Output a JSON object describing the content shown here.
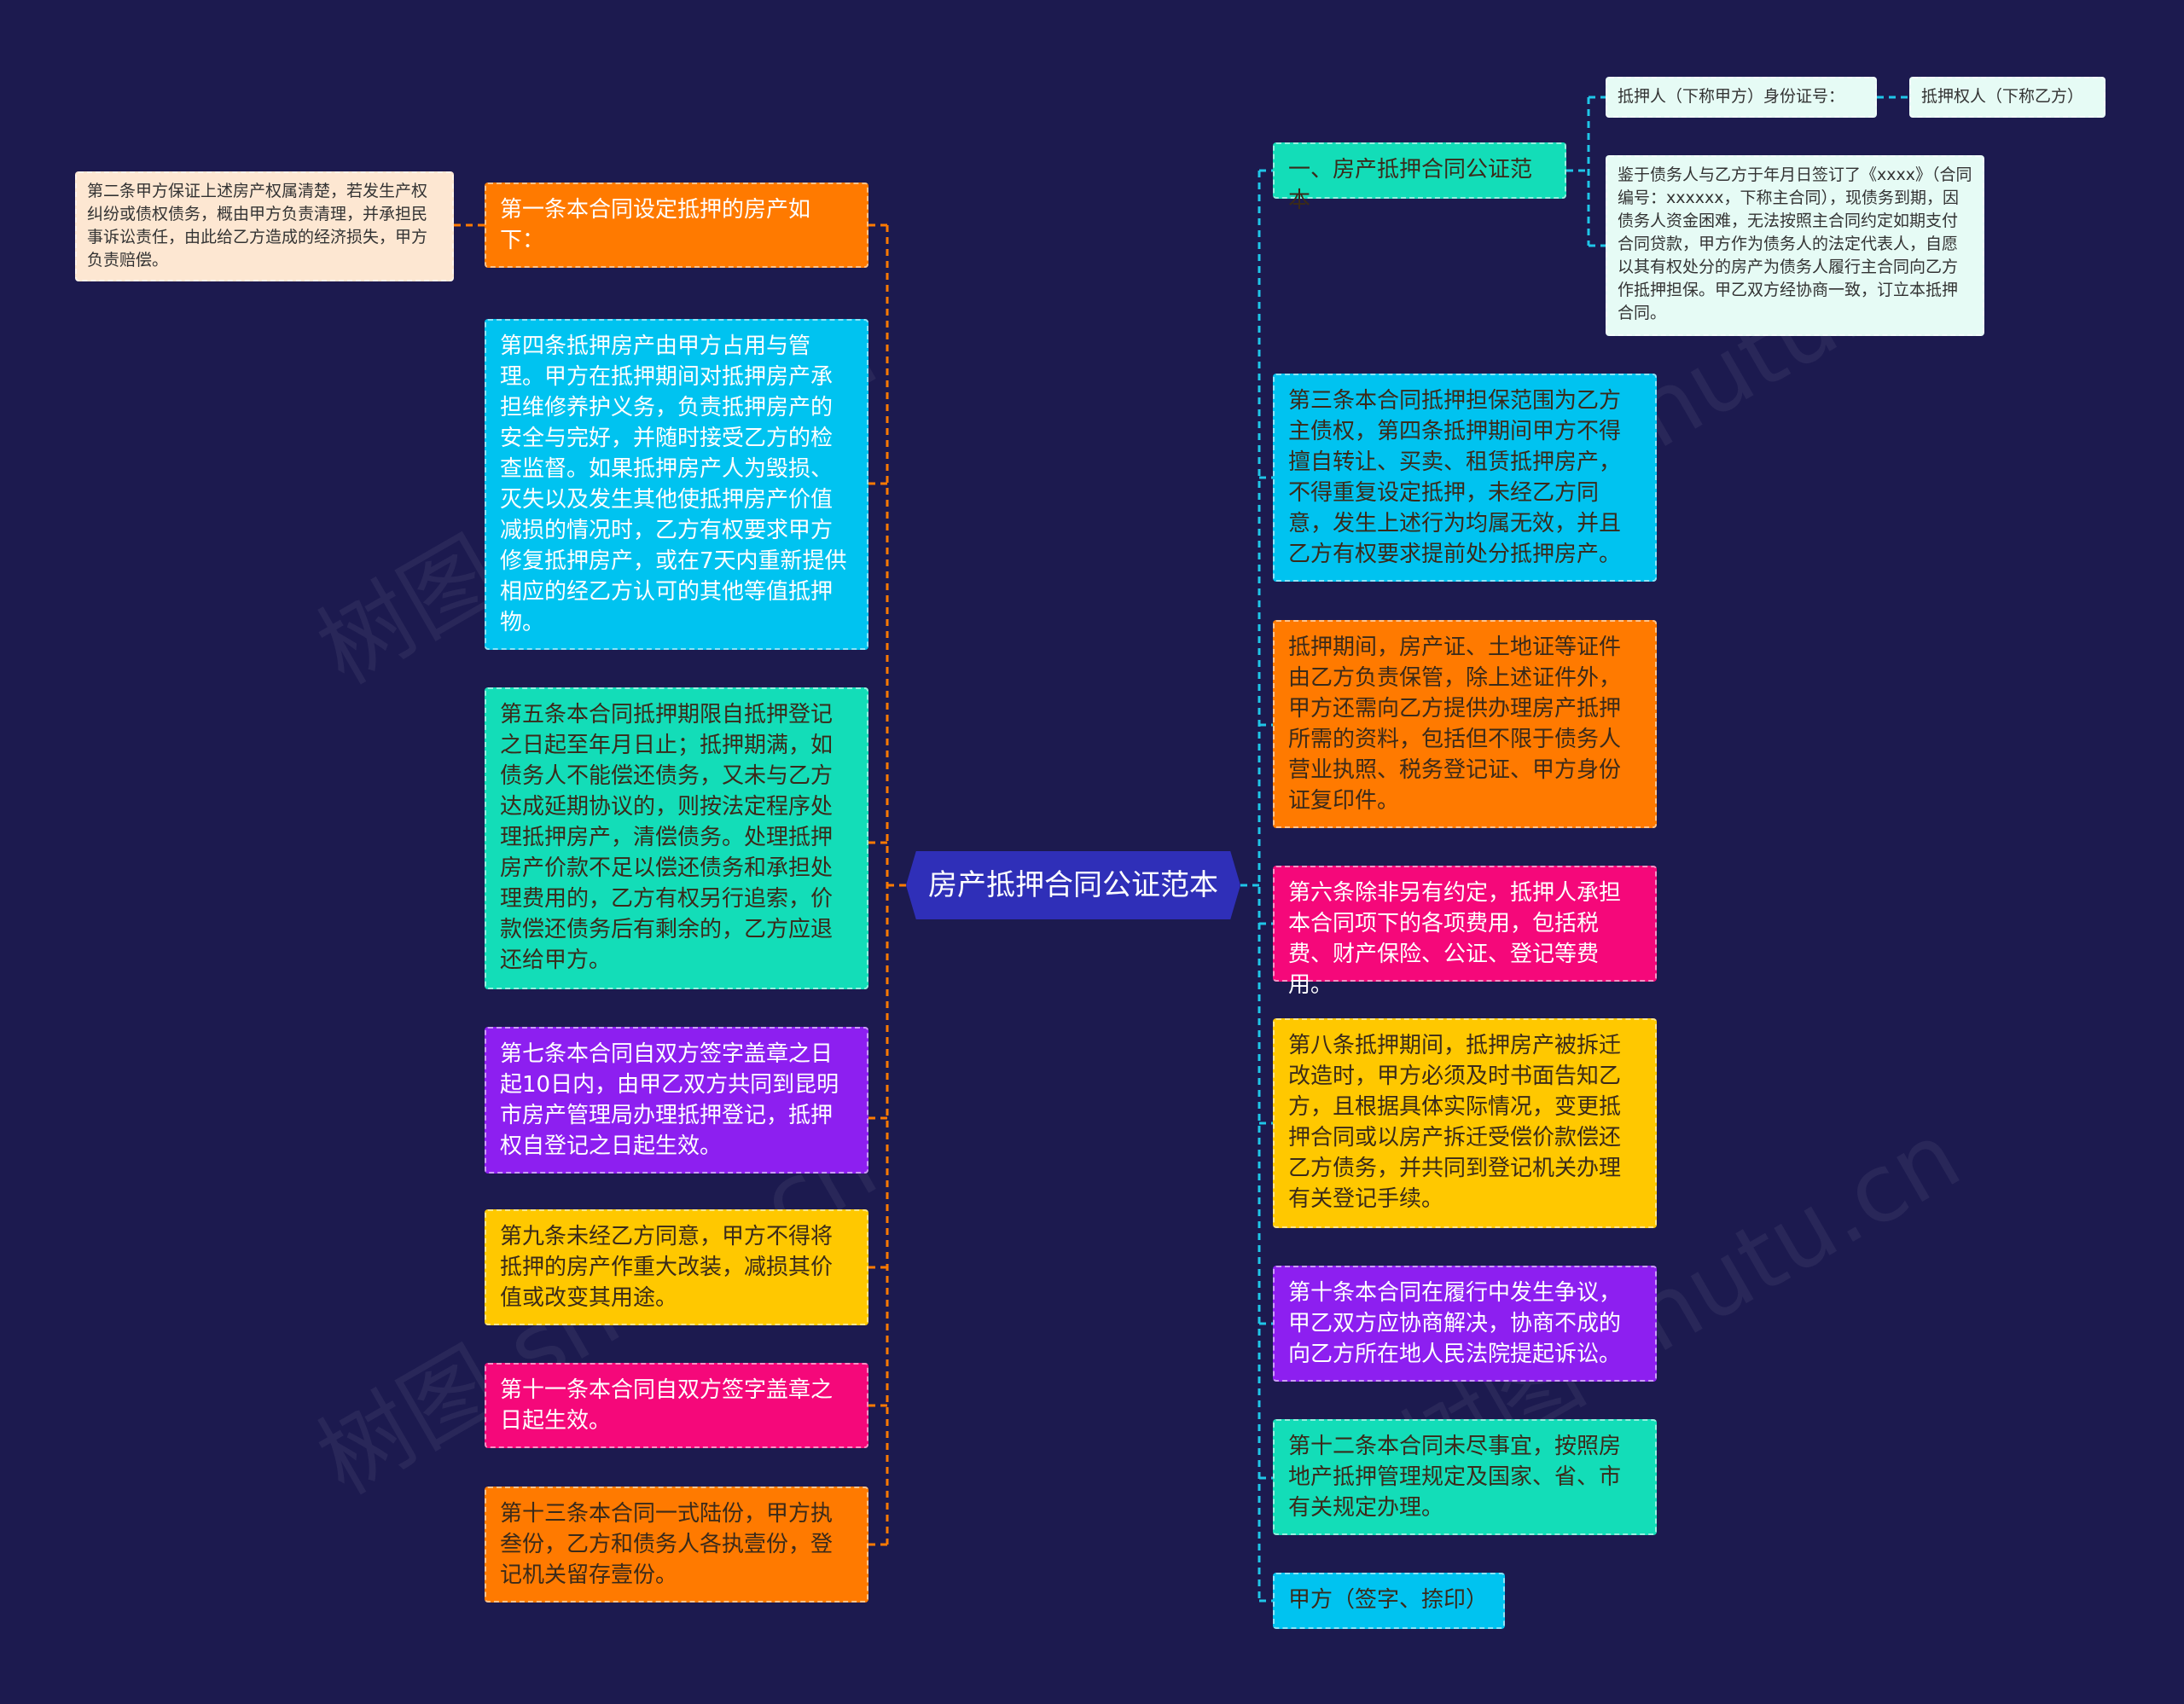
{
  "center": {
    "label": "房产抵押合同公证范本"
  },
  "left": [
    {
      "id": "l1",
      "label": "第一条本合同设定抵押的房产如下：",
      "color": "#ff7a00"
    },
    {
      "id": "l2",
      "label": "第四条抵押房产由甲方占用与管理。甲方在抵押期间对抵押房产承担维修养护义务，负责抵押房产的安全与完好，并随时接受乙方的检查监督。如果抵押房产人为毁损、灭失以及发生其他使抵押房产价值减损的情况时，乙方有权要求甲方修复抵押房产，或在7天内重新提供相应的经乙方认可的其他等值抵押物。",
      "color": "#00c3f0"
    },
    {
      "id": "l3",
      "label": "第五条本合同抵押期限自抵押登记之日起至年月日止；抵押期满，如债务人不能偿还债务，又未与乙方达成延期协议的，则按法定程序处理抵押房产，清偿债务。处理抵押房产价款不足以偿还债务和承担处理费用的，乙方有权另行追索，价款偿还债务后有剩余的，乙方应退还给甲方。",
      "color": "#13ddb8"
    },
    {
      "id": "l4",
      "label": "第七条本合同自双方签字盖章之日起10日内，由甲乙双方共同到昆明市房产管理局办理抵押登记，抵押权自登记之日起生效。",
      "color": "#8d1ff0"
    },
    {
      "id": "l5",
      "label": "第九条未经乙方同意，甲方不得将抵押的房产作重大改装，减损其价值或改变其用途。",
      "color": "#ffc800"
    },
    {
      "id": "l6",
      "label": "第十一条本合同自双方签字盖章之日起生效。",
      "color": "#f5087a"
    },
    {
      "id": "l7",
      "label": "第十三条本合同一式陆份，甲方执叁份，乙方和债务人各执壹份，登记机关留存壹份。",
      "color": "#ff7a00"
    }
  ],
  "left_child": {
    "label": "第二条甲方保证上述房产权属清楚，若发生产权纠纷或债权债务，概由甲方负责清理，并承担民事诉讼责任，由此给乙方造成的经济损失，甲方负责赔偿。",
    "color": "#fde7d2"
  },
  "right": [
    {
      "id": "r1",
      "label": "一、房产抵押合同公证范本",
      "color": "#13ddb8"
    },
    {
      "id": "r2",
      "label": "第三条本合同抵押担保范围为乙方主债权，第四条抵押期间甲方不得擅自转让、买卖、租赁抵押房产，不得重复设定抵押，未经乙方同意，发生上述行为均属无效，并且乙方有权要求提前处分抵押房产。",
      "color": "#00c3f0"
    },
    {
      "id": "r3",
      "label": "抵押期间，房产证、土地证等证件由乙方负责保管，除上述证件外，甲方还需向乙方提供办理房产抵押所需的资料，包括但不限于债务人营业执照、税务登记证、甲方身份证复印件。",
      "color": "#ff7a00"
    },
    {
      "id": "r4",
      "label": "第六条除非另有约定，抵押人承担本合同项下的各项费用，包括税费、财产保险、公证、登记等费用。",
      "color": "#f5087a"
    },
    {
      "id": "r5",
      "label": "第八条抵押期间，抵押房产被拆迁改造时，甲方必须及时书面告知乙方，且根据具体实际情况，变更抵押合同或以房产拆迁受偿价款偿还乙方债务，并共同到登记机关办理有关登记手续。",
      "color": "#ffc800"
    },
    {
      "id": "r6",
      "label": "第十条本合同在履行中发生争议，甲乙双方应协商解决，协商不成的向乙方所在地人民法院提起诉讼。",
      "color": "#8d1ff0"
    },
    {
      "id": "r7",
      "label": "第十二条本合同未尽事宜，按照房地产抵押管理规定及国家、省、市有关规定办理。",
      "color": "#13ddb8"
    },
    {
      "id": "r8",
      "label": "甲方（签字、捺印）",
      "color": "#00c3f0"
    }
  ],
  "right_children": [
    {
      "id": "rc1",
      "label": "抵押人（下称甲方）身份证号：",
      "color": "#e6fbf5"
    },
    {
      "id": "rc1b",
      "label": "抵押权人（下称乙方）",
      "color": "#e6fbf5"
    },
    {
      "id": "rc2",
      "label": "鉴于债务人与乙方于年月日签订了《xxxx》（合同编号：xxxxxx，下称主合同），现债务到期，因债务人资金困难，无法按照主合同约定如期支付合同贷款，甲方作为债务人的法定代表人，自愿以其有权处分的房产为债务人履行主合同向乙方作抵押担保。甲乙双方经协商一致，订立本抵押合同。",
      "color": "#e6fbf5"
    }
  ],
  "watermark": "树图 shutu.cn",
  "colors": {
    "background": "#1c1a4f",
    "center": "#2f2fb8",
    "left_line": "#ff7a00",
    "right_line": "#1fc6e8"
  }
}
